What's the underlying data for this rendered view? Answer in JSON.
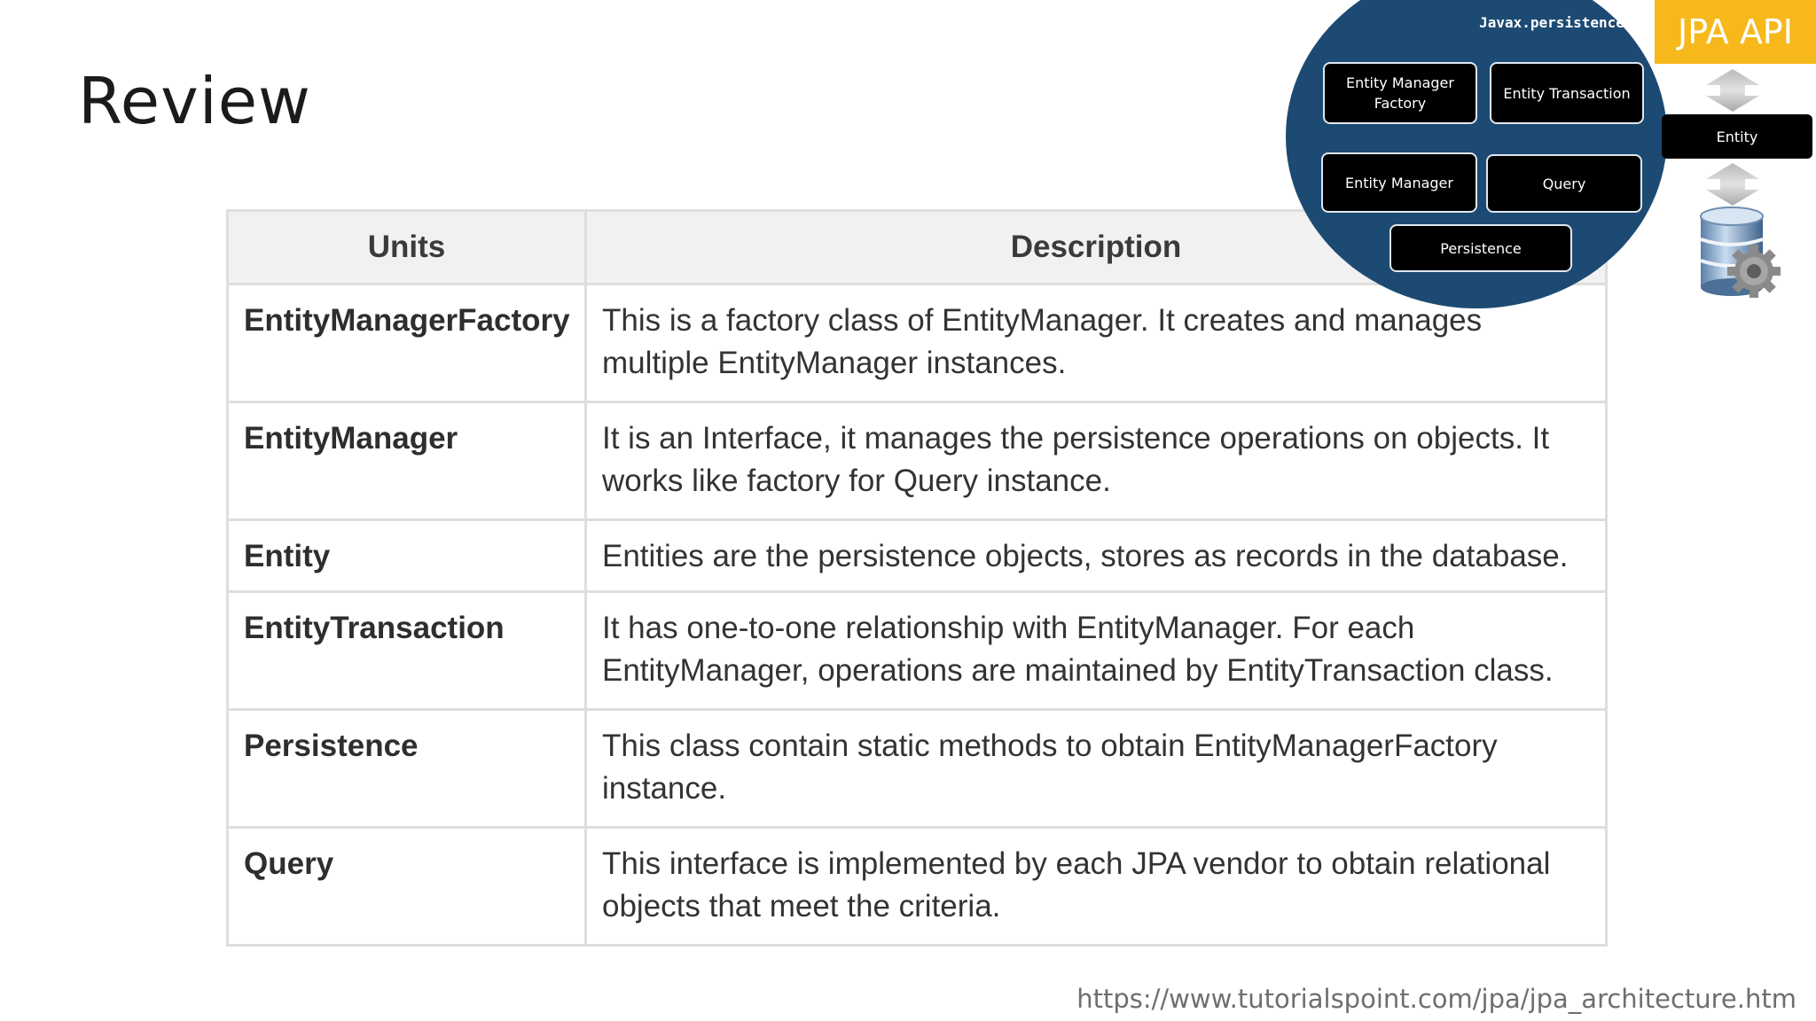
{
  "slide": {
    "title": "Review",
    "source_url": "https://www.tutorialspoint.com/jpa/jpa_architecture.htm"
  },
  "table": {
    "headers": [
      "Units",
      "Description"
    ],
    "rows": [
      {
        "unit": "EntityManagerFactory",
        "description": "This is a factory class of EntityManager. It creates and manages multiple EntityManager instances."
      },
      {
        "unit": "EntityManager",
        "description": "It is an Interface, it manages the persistence operations on objects. It works like factory for Query instance."
      },
      {
        "unit": "Entity",
        "description": "Entities are the persistence objects, stores as records in the database."
      },
      {
        "unit": "EntityTransaction",
        "description": "It has one-to-one relationship with EntityManager. For each EntityManager, operations are maintained by EntityTransaction class."
      },
      {
        "unit": "Persistence",
        "description": "This class contain static methods to obtain EntityManagerFactory instance."
      },
      {
        "unit": "Query",
        "description": "This interface is implemented by each JPA vendor to obtain relational objects that meet the criteria."
      }
    ]
  },
  "diagram": {
    "package_label": "Javax.persistence",
    "boxes": {
      "emf_line1": "Entity Manager",
      "emf_line2": "Factory",
      "entity_transaction": "Entity Transaction",
      "entity_manager": "Entity Manager",
      "query": "Query",
      "persistence": "Persistence"
    },
    "api_label": "JPA API",
    "entity_label": "Entity",
    "colors": {
      "ellipse": "#1d4a72",
      "api_header": "#f7b81b",
      "box": "#000000"
    },
    "icons": [
      "double-arrow-icon",
      "database-gear-icon"
    ]
  }
}
